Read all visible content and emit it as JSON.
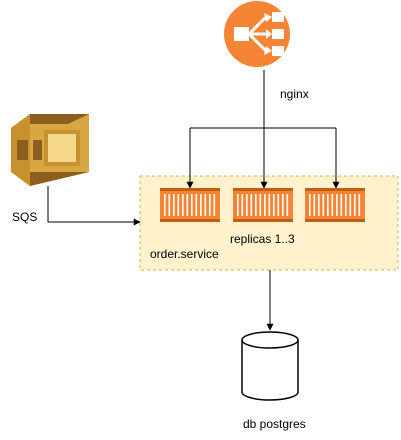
{
  "nodes": {
    "nginx": {
      "label": "nginx",
      "icon": "load-balancer-icon",
      "color": "#F58534"
    },
    "sqs": {
      "label": "SQS",
      "icon": "sqs-queue-icon",
      "color": "#D9A741"
    },
    "order_service": {
      "label": "order.service",
      "fill": "#FFF2CC",
      "stroke": "#D6B656"
    },
    "replicas": {
      "label": "replicas 1..3",
      "count": 3,
      "icon": "container-icon",
      "color": "#F58534"
    },
    "db": {
      "label": "db postgres",
      "icon": "database-cylinder-icon"
    }
  },
  "edges": [
    {
      "from": "nginx",
      "to": "replica-1"
    },
    {
      "from": "nginx",
      "to": "replica-2"
    },
    {
      "from": "nginx",
      "to": "replica-3"
    },
    {
      "from": "sqs",
      "to": "order.service"
    },
    {
      "from": "order.service",
      "to": "db postgres"
    }
  ]
}
